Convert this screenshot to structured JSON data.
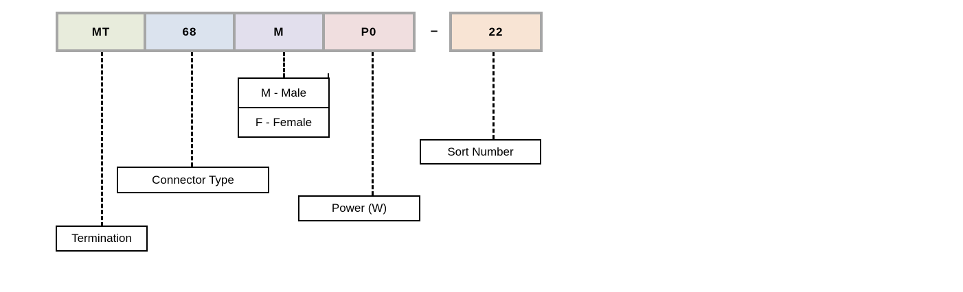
{
  "diagram": {
    "type": "part-number-breakdown",
    "separator": "–",
    "code_cells": [
      {
        "name": "termination",
        "value": "MT",
        "fill": "#e8ecdc"
      },
      {
        "name": "connector-type",
        "value": "68",
        "fill": "#dbe3ee"
      },
      {
        "name": "gender",
        "value": "M",
        "fill": "#e2dfed"
      },
      {
        "name": "power",
        "value": "P0",
        "fill": "#f0dedf"
      },
      {
        "name": "sort-number",
        "value": "22",
        "fill": "#f8e4d4"
      }
    ],
    "callouts": [
      {
        "name": "termination",
        "label": "Termination"
      },
      {
        "name": "connector-type",
        "label": "Connector Type"
      },
      {
        "name": "gender",
        "rows": [
          "M - Male",
          "F - Female"
        ]
      },
      {
        "name": "power",
        "label": "Power (W)"
      },
      {
        "name": "sort-number",
        "label": "Sort Number"
      }
    ],
    "colors": {
      "cell_border": "#a6a6a6",
      "callout_border": "#000000",
      "leader_line": "#000000",
      "background": "#ffffff",
      "text": "#000000"
    }
  }
}
